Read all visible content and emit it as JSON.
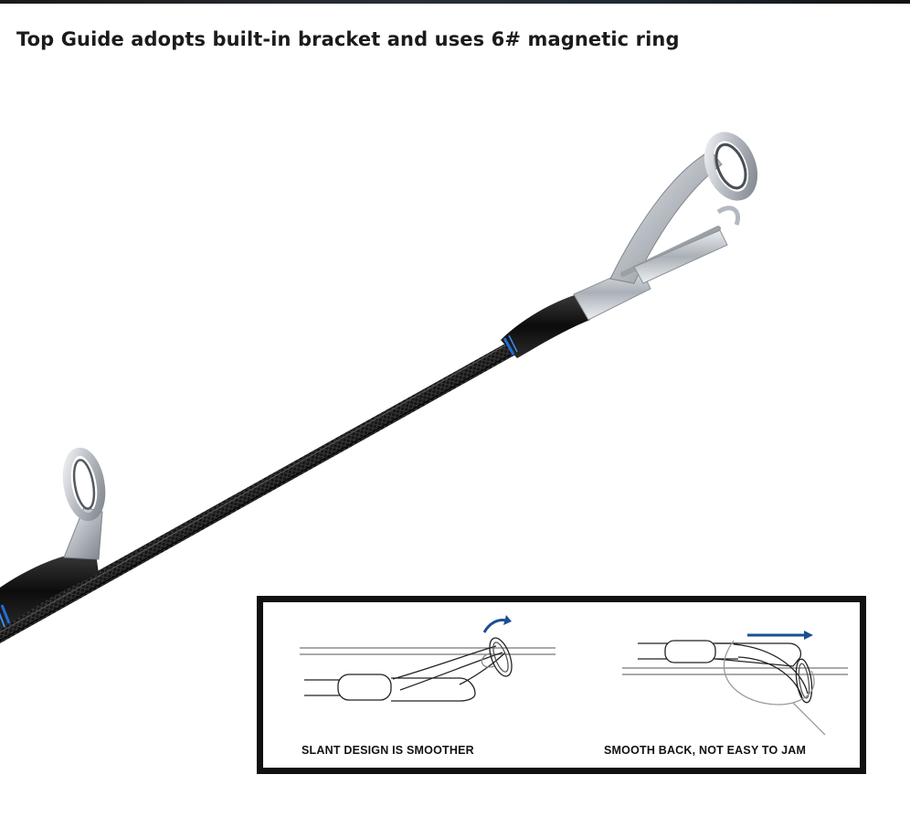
{
  "headline": "Top Guide adopts built-in bracket and uses 6# magnetic ring",
  "illustration": {
    "subject": "fishing-rod-tip-with-top-guide",
    "icons": [
      "top-guide-icon",
      "line-guide-icon",
      "rod-blank-icon"
    ]
  },
  "diagram": {
    "left_caption": "SLANT DESIGN IS SMOOTHER",
    "right_caption": "SMOOTH BACK, NOT EASY TO JAM",
    "icons": [
      "slant-guide-diagram-icon",
      "curved-arrow-icon",
      "back-guide-diagram-icon",
      "right-arrow-icon"
    ]
  },
  "colors": {
    "accent_blue": "#1f6fd6",
    "arrow_blue": "#1d4f91",
    "rod_black": "#121212",
    "frame_black": "#111111",
    "chrome": "#c8ccd1"
  }
}
